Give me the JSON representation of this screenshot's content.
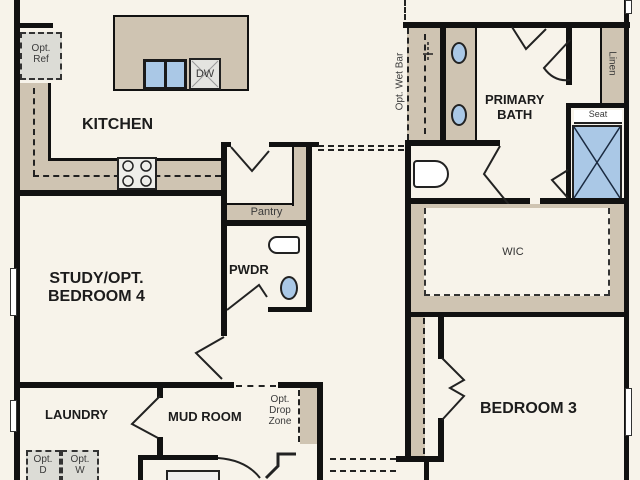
{
  "plan": {
    "type": "floor-plan",
    "colors": {
      "background": "#f7f3ea",
      "wall": "#111111",
      "counter": "#cfc4b2",
      "fixture_blue": "#aac8e6"
    },
    "rooms": {
      "kitchen": "KITCHEN",
      "primary_bath_line1": "PRIMARY",
      "primary_bath_line2": "BATH",
      "wic": "WIC",
      "study_line1": "STUDY/OPT.",
      "study_line2": "BEDROOM 4",
      "pwdr": "PWDR",
      "laundry": "LAUNDRY",
      "mud_room": "MUD ROOM",
      "bedroom3": "BEDROOM 3"
    },
    "fixtures": {
      "opt_ref_line1": "Opt.",
      "opt_ref_line2": "Ref",
      "dw": "DW",
      "pantry": "Pantry",
      "opt_wet_bar": "Opt. Wet Bar",
      "linen": "Linen",
      "seat": "Seat",
      "opt_drop_zone_line1": "Opt.",
      "opt_drop_zone_line2": "Drop",
      "opt_drop_zone_line3": "Zone",
      "opt_dryer_line1": "Opt.",
      "opt_dryer_line2": "D",
      "opt_washer_line1": "Opt.",
      "opt_washer_line2": "W"
    }
  }
}
